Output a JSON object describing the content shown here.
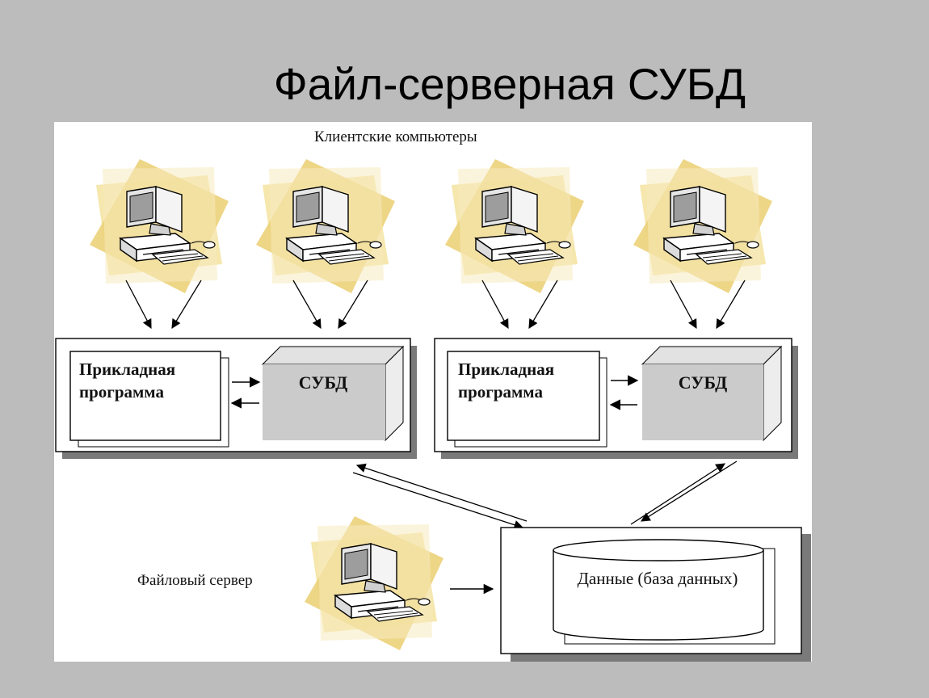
{
  "title": "Файл-серверная СУБД",
  "diagram": {
    "clients_label": "Клиентские компьютеры",
    "fileserver_label": "Файловый сервер",
    "app_label": "Прикладная программа",
    "dbms_label": "СУБД",
    "data_label": "Данные (база данных)"
  },
  "colors": {
    "slide_background": "#bcbcbc",
    "computer_highlight": "#f0dc8c",
    "dbms_block": "#cbcbcb",
    "shadow": "#7a7a7a"
  },
  "icons": [
    "computer-icon"
  ]
}
